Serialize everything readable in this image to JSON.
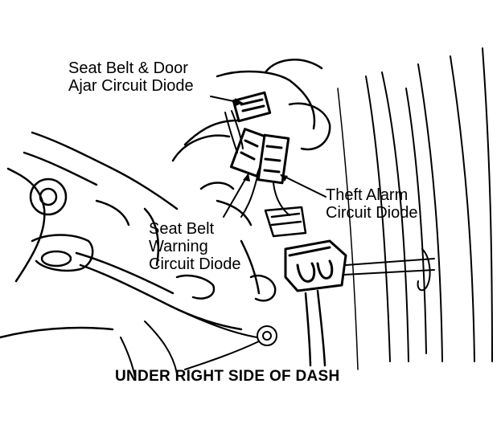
{
  "labels": {
    "seat_belt_door_ajar": [
      "Seat Belt & Door",
      "Ajar Circuit Diode"
    ],
    "theft_alarm": [
      "Theft Alarm",
      "Circuit Diode"
    ],
    "seat_belt_warning": [
      "Seat Belt",
      "Warning",
      "Circuit Diode"
    ]
  },
  "caption": "UNDER RIGHT SIDE OF DASH",
  "colors": {
    "ink": "#000000",
    "paper": "#ffffff"
  }
}
